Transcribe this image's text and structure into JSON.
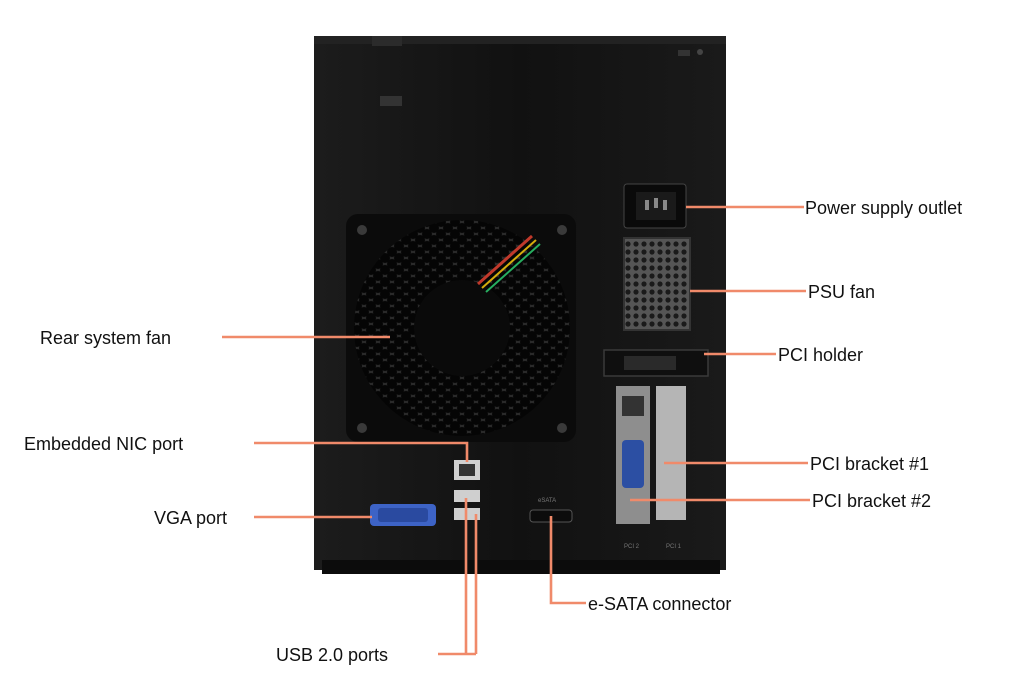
{
  "colors": {
    "leader": "#f08a6a",
    "chassis": "#141414",
    "label_text": "#111111"
  },
  "callouts": {
    "power_supply_outlet": "Power supply outlet",
    "psu_fan": "PSU fan",
    "pci_holder": "PCI holder",
    "rear_system_fan": "Rear system fan",
    "embedded_nic_port": "Embedded NIC port",
    "pci_bracket_1": "PCI bracket #1",
    "pci_bracket_2": "PCI bracket #2",
    "vga_port": "VGA port",
    "esata_connector": "e-SATA connector",
    "usb_ports": "USB 2.0 ports"
  },
  "panel_markings": {
    "esata": "eSATA",
    "slot_1": "PCI 2",
    "slot_2": "PCI 1"
  }
}
